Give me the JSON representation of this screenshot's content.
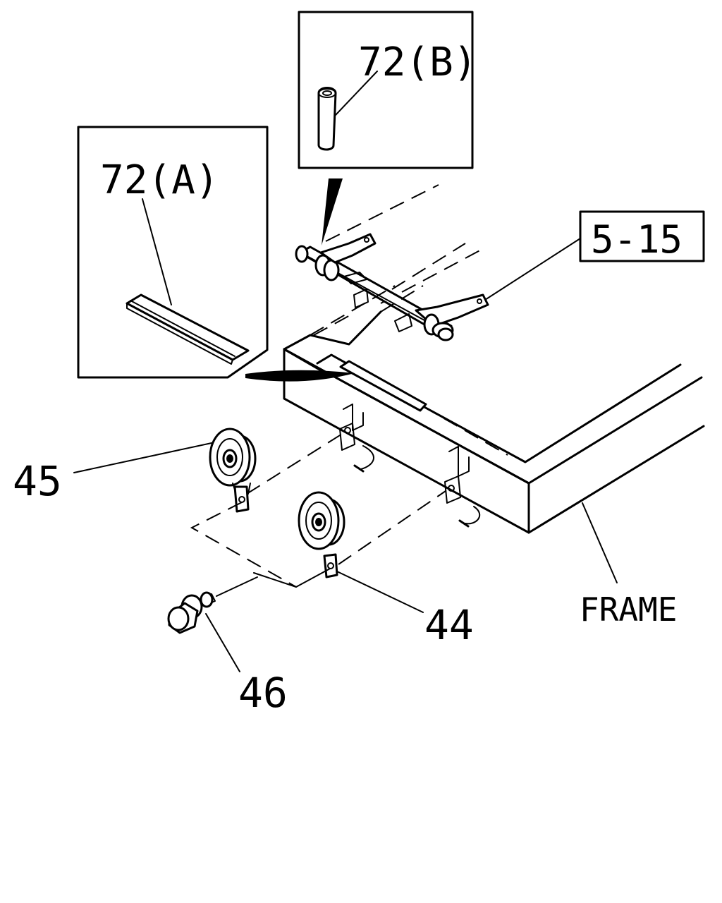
{
  "labels": {
    "part_72b": "72(B)",
    "part_72a": "72(A)",
    "ref_5_15": "5-15",
    "part_45": "45",
    "part_44": "44",
    "part_46": "46",
    "frame": "FRAME"
  },
  "colors": {
    "ink": "#000000",
    "paper": "#ffffff"
  }
}
